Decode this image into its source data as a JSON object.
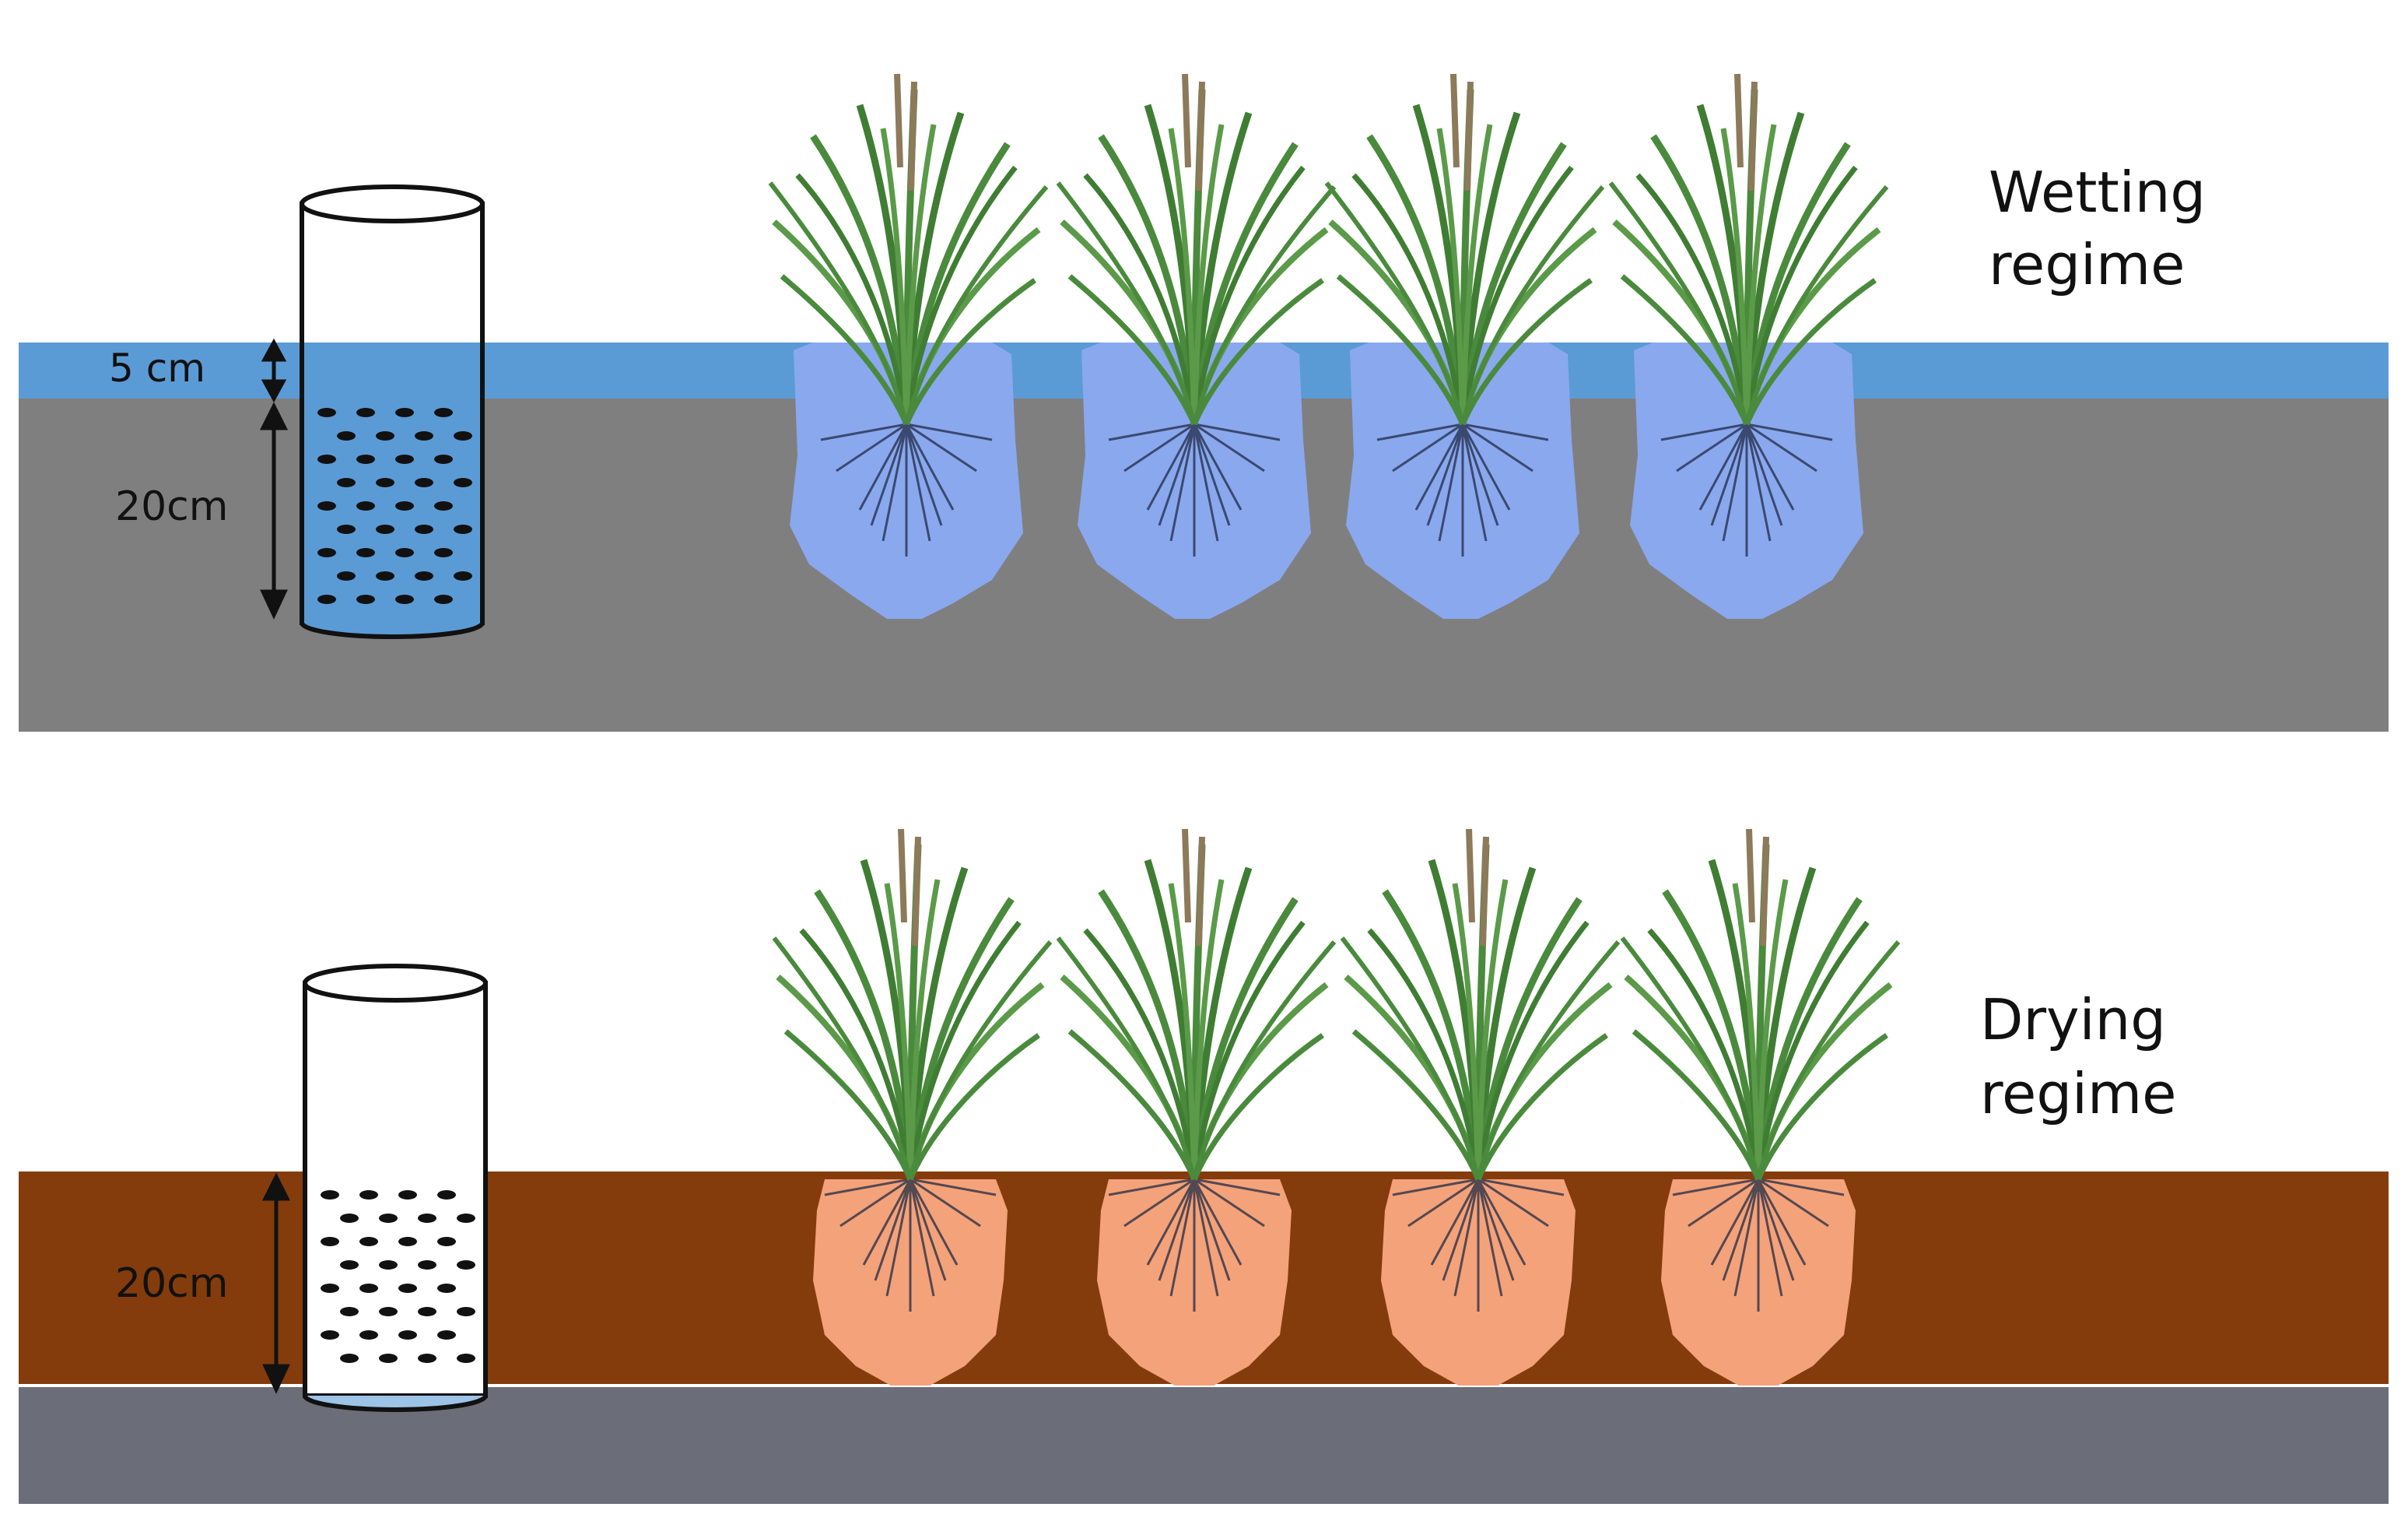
{
  "panels": [
    {
      "id": "wetting",
      "title_line1": "Wetting",
      "title_line2": "regime",
      "depth_label": "20cm",
      "water_label": "5 cm",
      "colors": {
        "soil": "#7f7f7f",
        "water": "#5b9bd5",
        "roots": "#8aa8ee",
        "tube_fill": "#5b9bd5"
      }
    },
    {
      "id": "drying",
      "title_line1": "Drying",
      "title_line2": "regime",
      "depth_label": "20cm",
      "colors": {
        "soil": "#843c0c",
        "subsoil": "#6b6e78",
        "roots": "#f4a27a",
        "tube_fill": "#ffffff"
      }
    }
  ],
  "plant_color": "#4a8a3c",
  "plant_count_per_panel": 4
}
